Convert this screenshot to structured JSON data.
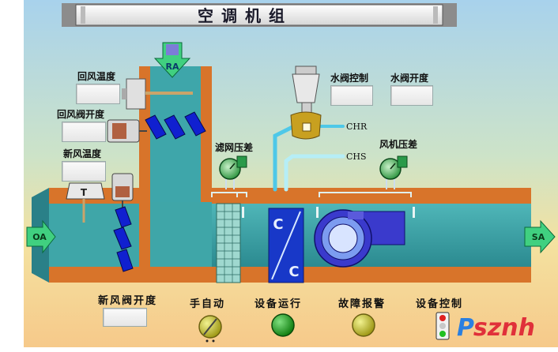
{
  "title": "空调机组",
  "labels": {
    "return_air_temp": "回风温度",
    "return_damper_opening": "回风阀开度",
    "fresh_air_temp": "新风温度",
    "water_valve_control": "水阀控制",
    "water_valve_opening": "水阀开度",
    "filter_pressure_diff": "滤网压差",
    "fan_pressure_diff": "风机压差",
    "fresh_damper_opening": "新风阀开度",
    "manual_auto": "手自动",
    "equipment_running": "设备运行",
    "fault_alarm": "故障报警",
    "equipment_control": "设备控制"
  },
  "pipes": {
    "chr": "CHR",
    "chs": "CHS"
  },
  "air": {
    "ra": "RA",
    "oa": "OA",
    "sa": "SA"
  },
  "coil": {
    "top": "C",
    "bottom": "C"
  },
  "sensor_t": "T",
  "watermark": {
    "p": "P",
    "rest": "sznh"
  },
  "colors": {
    "duct": "#3fa6a8",
    "duct_edge": "#c86a20",
    "coil": "#2040d0",
    "damper": "#1020d0",
    "indicator_running": "#14a014",
    "indicator_alarm": "#b8b820",
    "knob": "#c0b020"
  },
  "icons": [
    "return-damper-icon",
    "fresh-damper-icon",
    "fan-icon",
    "water-valve-icon",
    "pressure-gauge-icon",
    "temperature-sensor-icon",
    "knob-icon",
    "traffic-light-icon"
  ]
}
